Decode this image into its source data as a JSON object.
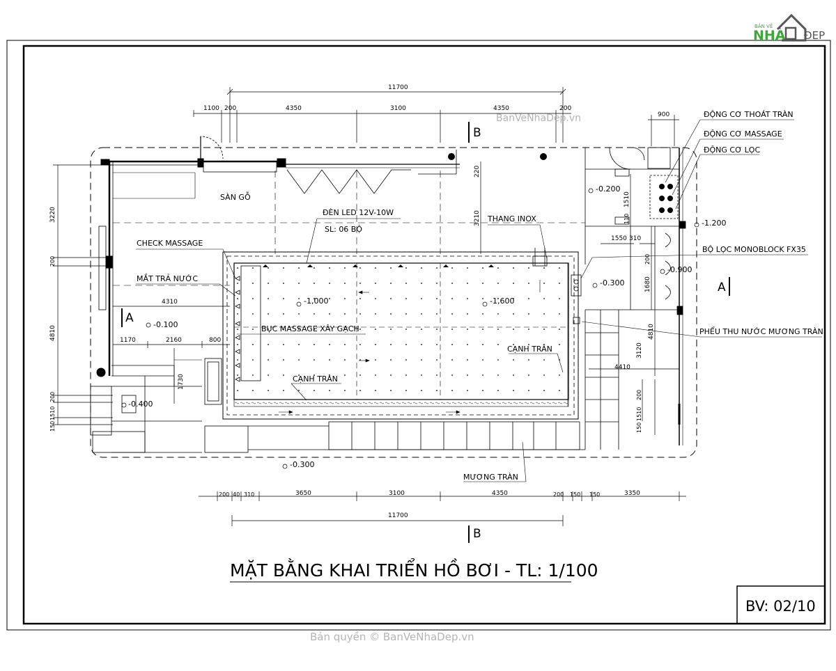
{
  "logo": {
    "top_text": "BẢN VẼ",
    "brand_left": "NHÀ",
    "brand_right": "ĐẸP"
  },
  "watermarks": {
    "center": "BanVeNhaDep.vn",
    "bottom": "Bản quyền © BanVeNhaDep.vn"
  },
  "title": "MẶT BẰNG KHAI TRIỂN HỒ BƠI - TL: 1/100",
  "sheet_number": "BV: 02/10",
  "labels": {
    "san_go": "SÀN GỖ",
    "den_led": "ĐÈN LED 12V-10W",
    "sl": "SL: 06 BỘ",
    "thang_inox": "THANG INOX",
    "check_massage": "CHECK MASSAGE",
    "mat_tra_nuoc": "MẮT TRẢ NƯỚC",
    "buc_massage": "BỤC MASSAGE XÂY GẠCH",
    "canh_tran_left": "CẠNH TRÀN",
    "canh_tran_right": "CẠNH TRÀN",
    "muong_tran": "MƯƠNG TRÀN",
    "dong_co_thoat_tran": "ĐỘNG CƠ THOÁT TRÀN",
    "dong_co_massage": "ĐỘNG CƠ MASSAGE",
    "dong_co_loc": "ĐỘNG CƠ LỌC",
    "bo_loc": "BỘ LỌC MONOBLOCK FX35",
    "pheu_thu": "PHỂU THU NƯỚC MƯƠNG TRÀN"
  },
  "levels": {
    "l1000": "-1,000",
    "l1600": "-1,600",
    "l0100": "-0.100",
    "l0400": "-0.400",
    "l0300_bottom": "-0.300",
    "l0300_right": "-0.300",
    "l0200": "-0.200",
    "l1200": "-1.200",
    "l0900": "-0.900"
  },
  "sections": {
    "b_top": "B",
    "b_bottom": "B",
    "a_left": "A",
    "a_right": "A"
  },
  "dims": {
    "top_total": "11700",
    "top_1": "1100",
    "top_2": "200",
    "top_3": "4350",
    "top_4": "3100",
    "top_5": "4350",
    "top_6": "200",
    "top_right": "900",
    "bot_total": "11700",
    "bot_1": "200",
    "bot_2": "40",
    "bot_3": "310",
    "bot_4": "3650",
    "bot_5": "3100",
    "bot_6": "4350",
    "bot_7": "200",
    "bot_8": "150",
    "bot_9": "150",
    "bot_10": "3350",
    "left_1": "3220",
    "left_2": "200",
    "left_3": "4810",
    "left_4": "200",
    "left_5": "1510",
    "left_6": "150",
    "inner_4310": "4310",
    "inner_1170": "1170",
    "inner_2160": "2160",
    "inner_800": "800",
    "inner_1730": "1730",
    "inner_220": "220",
    "inner_3210": "3210",
    "right_1551": "1550",
    "right_310": "310",
    "right_1510": "1510",
    "right_110": "110",
    "right_200": "200",
    "right_1680": "1680",
    "right_4810": "4810",
    "right_3120": "3120",
    "right_4410": "4410",
    "right_200b": "200",
    "right_1510b": "1510",
    "right_150": "150"
  },
  "colors": {
    "line": "#000000",
    "logo_green": "#3aa935",
    "logo_gray": "#555555",
    "watermark": "#b5b5b5"
  }
}
